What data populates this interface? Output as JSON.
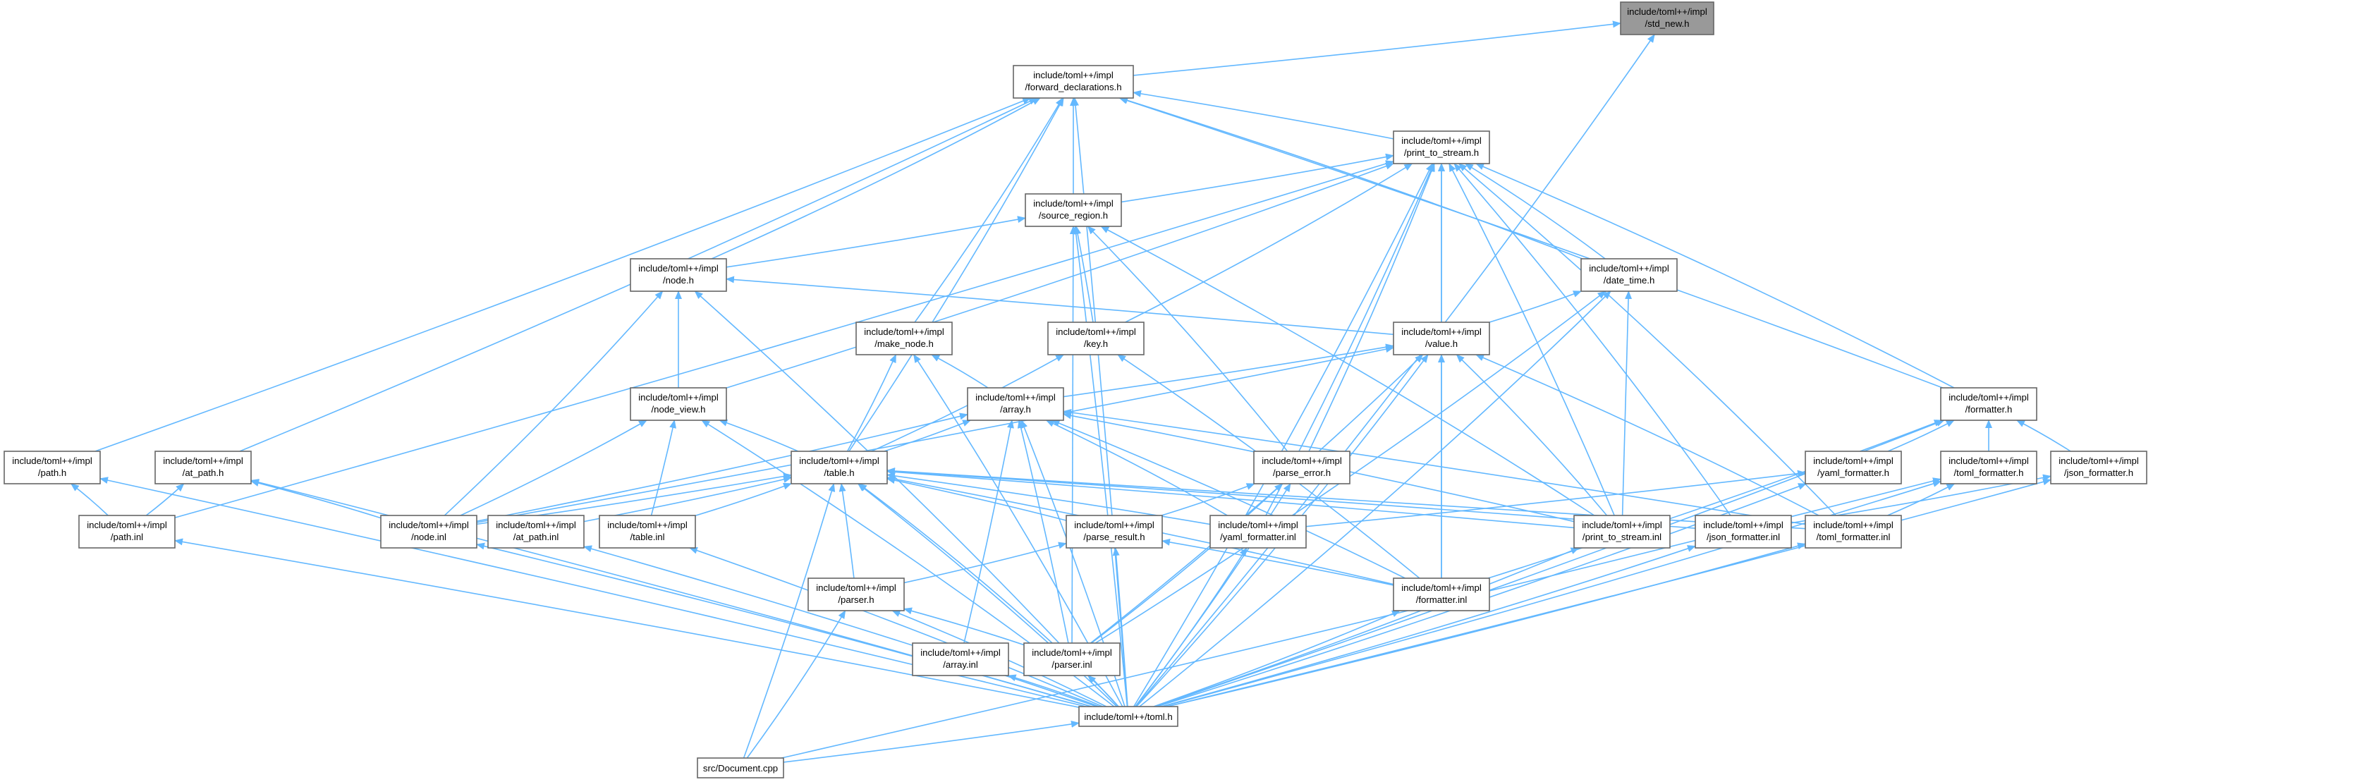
{
  "colors": {
    "edge": "#63b8ff",
    "node_border": "#666666",
    "node_fill": "#ffffff",
    "root_fill": "#999999"
  },
  "nodes": {
    "std_new": [
      "include/toml++/impl",
      "/std_new.h"
    ],
    "fwd_decl": [
      "include/toml++/impl",
      "/forward_declarations.h"
    ],
    "print_stream": [
      "include/toml++/impl",
      "/print_to_stream.h"
    ],
    "source_region": [
      "include/toml++/impl",
      "/source_region.h"
    ],
    "node_h": [
      "include/toml++/impl",
      "/node.h"
    ],
    "date_time": [
      "include/toml++/impl",
      "/date_time.h"
    ],
    "make_node": [
      "include/toml++/impl",
      "/make_node.h"
    ],
    "key_h": [
      "include/toml++/impl",
      "/key.h"
    ],
    "value_h": [
      "include/toml++/impl",
      "/value.h"
    ],
    "node_view": [
      "include/toml++/impl",
      "/node_view.h"
    ],
    "array_h": [
      "include/toml++/impl",
      "/array.h"
    ],
    "formatter_h": [
      "include/toml++/impl",
      "/formatter.h"
    ],
    "path_h": [
      "include/toml++/impl",
      "/path.h"
    ],
    "at_path_h": [
      "include/toml++/impl",
      "/at_path.h"
    ],
    "table_h": [
      "include/toml++/impl",
      "/table.h"
    ],
    "parse_error": [
      "include/toml++/impl",
      "/parse_error.h"
    ],
    "yaml_fmt_h": [
      "include/toml++/impl",
      "/yaml_formatter.h"
    ],
    "toml_fmt_h": [
      "include/toml++/impl",
      "/toml_formatter.h"
    ],
    "json_fmt_h": [
      "include/toml++/impl",
      "/json_formatter.h"
    ],
    "path_inl": [
      "include/toml++/impl",
      "/path.inl"
    ],
    "node_inl": [
      "include/toml++/impl",
      "/node.inl"
    ],
    "at_path_inl": [
      "include/toml++/impl",
      "/at_path.inl"
    ],
    "table_inl": [
      "include/toml++/impl",
      "/table.inl"
    ],
    "parse_result": [
      "include/toml++/impl",
      "/parse_result.h"
    ],
    "yaml_fmt_inl": [
      "include/toml++/impl",
      "/yaml_formatter.inl"
    ],
    "print_inl": [
      "include/toml++/impl",
      "/print_to_stream.inl"
    ],
    "json_fmt_inl": [
      "include/toml++/impl",
      "/json_formatter.inl"
    ],
    "toml_fmt_inl": [
      "include/toml++/impl",
      "/toml_formatter.inl"
    ],
    "parser_h": [
      "include/toml++/impl",
      "/parser.h"
    ],
    "formatter_inl": [
      "include/toml++/impl",
      "/formatter.inl"
    ],
    "array_inl": [
      "include/toml++/impl",
      "/array.inl"
    ],
    "parser_inl": [
      "include/toml++/impl",
      "/parser.inl"
    ],
    "toml_h": [
      "include/toml++/toml.h"
    ],
    "document_cpp": [
      "src/Document.cpp"
    ]
  },
  "edges": [
    [
      "fwd_decl",
      "std_new"
    ],
    [
      "toml_h",
      "std_new"
    ],
    [
      "print_stream",
      "fwd_decl"
    ],
    [
      "source_region",
      "fwd_decl"
    ],
    [
      "node_h",
      "fwd_decl"
    ],
    [
      "date_time",
      "fwd_decl"
    ],
    [
      "make_node",
      "fwd_decl"
    ],
    [
      "path_h",
      "fwd_decl"
    ],
    [
      "at_path_h",
      "fwd_decl"
    ],
    [
      "table_h",
      "fwd_decl"
    ],
    [
      "formatter_h",
      "fwd_decl"
    ],
    [
      "toml_h",
      "fwd_decl"
    ],
    [
      "source_region",
      "print_stream"
    ],
    [
      "date_time",
      "print_stream"
    ],
    [
      "key_h",
      "print_stream"
    ],
    [
      "value_h",
      "print_stream"
    ],
    [
      "node_view",
      "print_stream"
    ],
    [
      "path_inl",
      "print_stream"
    ],
    [
      "parse_error",
      "print_stream"
    ],
    [
      "formatter_h",
      "print_stream"
    ],
    [
      "print_inl",
      "print_stream"
    ],
    [
      "yaml_fmt_inl",
      "print_stream"
    ],
    [
      "json_fmt_inl",
      "print_stream"
    ],
    [
      "toml_fmt_inl",
      "print_stream"
    ],
    [
      "formatter_inl",
      "print_stream"
    ],
    [
      "toml_h",
      "print_stream"
    ],
    [
      "node_h",
      "source_region"
    ],
    [
      "key_h",
      "source_region"
    ],
    [
      "parse_error",
      "source_region"
    ],
    [
      "print_inl",
      "source_region"
    ],
    [
      "parser_inl",
      "source_region"
    ],
    [
      "toml_h",
      "source_region"
    ],
    [
      "value_h",
      "node_h"
    ],
    [
      "node_view",
      "node_h"
    ],
    [
      "node_inl",
      "node_h"
    ],
    [
      "toml_h",
      "node_h"
    ],
    [
      "value_h",
      "date_time"
    ],
    [
      "print_inl",
      "date_time"
    ],
    [
      "parser_inl",
      "date_time"
    ],
    [
      "toml_h",
      "date_time"
    ],
    [
      "array_h",
      "make_node"
    ],
    [
      "table_h",
      "make_node"
    ],
    [
      "toml_h",
      "make_node"
    ],
    [
      "table_h",
      "key_h"
    ],
    [
      "formatter_inl",
      "key_h"
    ],
    [
      "array_h",
      "value_h"
    ],
    [
      "node_inl",
      "value_h"
    ],
    [
      "print_inl",
      "value_h"
    ],
    [
      "formatter_inl",
      "value_h"
    ],
    [
      "toml_fmt_inl",
      "value_h"
    ],
    [
      "parser_inl",
      "value_h"
    ],
    [
      "toml_h",
      "value_h"
    ],
    [
      "table_h",
      "node_view"
    ],
    [
      "node_inl",
      "node_view"
    ],
    [
      "table_inl",
      "node_view"
    ],
    [
      "toml_h",
      "node_view"
    ],
    [
      "table_h",
      "array_h"
    ],
    [
      "node_inl",
      "array_h"
    ],
    [
      "print_inl",
      "array_h"
    ],
    [
      "yaml_fmt_inl",
      "array_h"
    ],
    [
      "toml_fmt_inl",
      "array_h"
    ],
    [
      "formatter_inl",
      "array_h"
    ],
    [
      "array_inl",
      "array_h"
    ],
    [
      "parser_inl",
      "array_h"
    ],
    [
      "toml_h",
      "array_h"
    ],
    [
      "yaml_fmt_h",
      "formatter_h"
    ],
    [
      "toml_fmt_h",
      "formatter_h"
    ],
    [
      "json_fmt_h",
      "formatter_h"
    ],
    [
      "formatter_inl",
      "formatter_h"
    ],
    [
      "toml_h",
      "formatter_h"
    ],
    [
      "path_inl",
      "path_h"
    ],
    [
      "toml_h",
      "path_h"
    ],
    [
      "path_inl",
      "at_path_h"
    ],
    [
      "node_inl",
      "at_path_h"
    ],
    [
      "toml_h",
      "at_path_h"
    ],
    [
      "node_inl",
      "table_h"
    ],
    [
      "at_path_inl",
      "table_h"
    ],
    [
      "table_inl",
      "table_h"
    ],
    [
      "parse_result",
      "table_h"
    ],
    [
      "yaml_fmt_inl",
      "table_h"
    ],
    [
      "print_inl",
      "table_h"
    ],
    [
      "json_fmt_inl",
      "table_h"
    ],
    [
      "toml_fmt_inl",
      "table_h"
    ],
    [
      "parser_h",
      "table_h"
    ],
    [
      "formatter_inl",
      "table_h"
    ],
    [
      "parser_inl",
      "table_h"
    ],
    [
      "document_cpp",
      "table_h"
    ],
    [
      "toml_h",
      "table_h"
    ],
    [
      "parse_result",
      "parse_error"
    ],
    [
      "parser_inl",
      "parse_error"
    ],
    [
      "toml_h",
      "parse_error"
    ],
    [
      "yaml_fmt_inl",
      "yaml_fmt_h"
    ],
    [
      "toml_h",
      "yaml_fmt_h"
    ],
    [
      "toml_fmt_inl",
      "toml_fmt_h"
    ],
    [
      "toml_h",
      "toml_fmt_h"
    ],
    [
      "json_fmt_inl",
      "json_fmt_h"
    ],
    [
      "toml_h",
      "json_fmt_h"
    ],
    [
      "toml_h",
      "path_inl"
    ],
    [
      "toml_h",
      "node_inl"
    ],
    [
      "toml_h",
      "at_path_inl"
    ],
    [
      "toml_h",
      "table_inl"
    ],
    [
      "parser_h",
      "parse_result"
    ],
    [
      "formatter_inl",
      "parse_result"
    ],
    [
      "toml_h",
      "parse_result"
    ],
    [
      "toml_h",
      "yaml_fmt_inl"
    ],
    [
      "toml_h",
      "print_inl"
    ],
    [
      "toml_h",
      "json_fmt_inl"
    ],
    [
      "toml_h",
      "toml_fmt_inl"
    ],
    [
      "parser_inl",
      "parser_h"
    ],
    [
      "toml_h",
      "parser_h"
    ],
    [
      "document_cpp",
      "parser_h"
    ],
    [
      "toml_h",
      "formatter_inl"
    ],
    [
      "toml_h",
      "array_inl"
    ],
    [
      "toml_h",
      "parser_inl"
    ],
    [
      "document_cpp",
      "toml_h"
    ],
    [
      "document_cpp",
      "toml_fmt_h"
    ]
  ]
}
